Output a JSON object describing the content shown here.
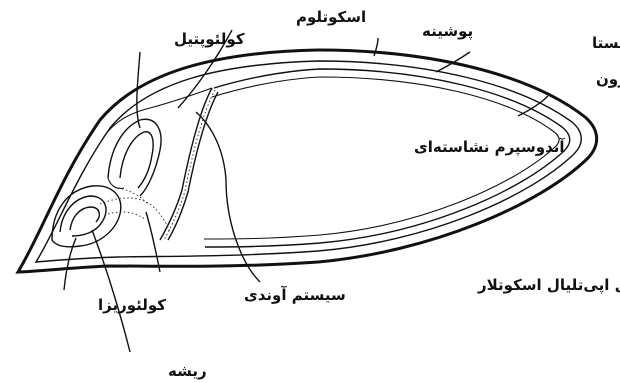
{
  "labels": {
    "coleoptile": "کولئوپتیل",
    "scutellum": "اسکوتلوم",
    "hull": "پوشینه",
    "pericarp_testa": "پریکارپ - تستا",
    "aleurone": "لایه آلورون",
    "endosperm": "آندوسپرم نشاسته‌ای",
    "epithelium": "سلول اپی‌تلیال اسکوتلار",
    "vascular": "سیستم آوندی",
    "coleorhiza": "کولئوریزا",
    "radicle": "ریشه"
  }
}
